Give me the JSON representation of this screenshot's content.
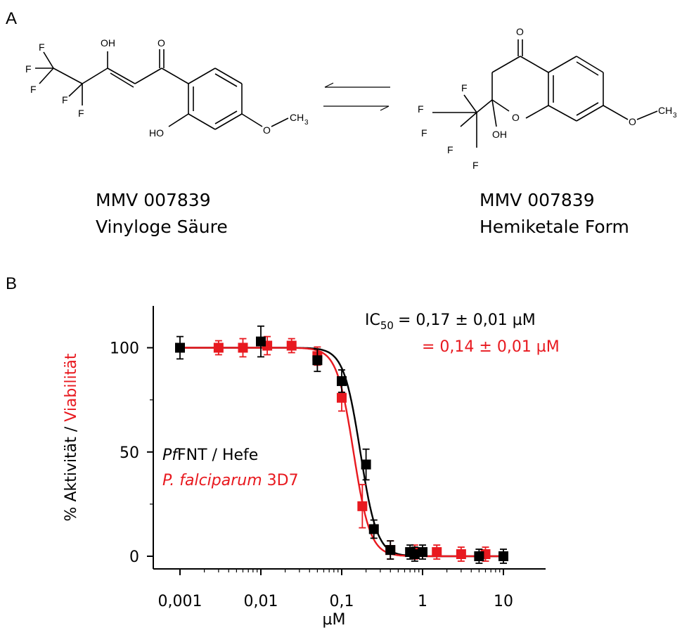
{
  "panel_a": {
    "label": "A",
    "left_compound": {
      "id": "MMV 007839",
      "name": "Vinyloge Säure"
    },
    "right_compound": {
      "id": "MMV 007839",
      "name": "Hemiketale Form"
    },
    "atoms": {
      "F": "F",
      "OH": "OH",
      "O": "O",
      "HO": "HO",
      "CH": "CH",
      "three": "3"
    }
  },
  "panel_b": {
    "label": "B"
  },
  "chart_data": {
    "type": "scatter",
    "xscale": "log",
    "xlim": [
      0.0006,
      20
    ],
    "ylim": [
      -5,
      120
    ],
    "xticks": [
      0.001,
      0.01,
      0.1,
      1,
      10
    ],
    "xtick_labels": [
      "0,001",
      "0,01",
      "0,1",
      "1",
      "10"
    ],
    "yticks": [
      0,
      50,
      100
    ],
    "ytick_labels": [
      "0",
      "50",
      "100"
    ],
    "xlabel": "µM",
    "ylabel_parts": [
      "% Aktivität",
      " / ",
      "Viabilität"
    ],
    "ic50": {
      "prefix": "IC",
      "subscript": "50",
      "black_value": "= 0,17 ± 0,01 µM",
      "red_value": "= 0,14 ± 0,01 µM"
    },
    "legend": {
      "black": {
        "italic": "Pf",
        "rest": "FNT / Hefe"
      },
      "red": {
        "italic": "P. falciparum",
        "rest": " 3D7"
      }
    },
    "colors": {
      "black": "#000000",
      "red": "#e8191f"
    },
    "series": [
      {
        "color": "black",
        "ic50": 0.17,
        "points": [
          {
            "x": 0.001,
            "y": 100,
            "err": 3
          },
          {
            "x": 0.01,
            "y": 103,
            "err": 5
          },
          {
            "x": 0.05,
            "y": 94,
            "err": 3
          },
          {
            "x": 0.1,
            "y": 84,
            "err": 3
          },
          {
            "x": 0.2,
            "y": 44,
            "err": 5
          },
          {
            "x": 0.25,
            "y": 13,
            "err": 2
          },
          {
            "x": 0.4,
            "y": 3,
            "err": 2
          },
          {
            "x": 0.7,
            "y": 2,
            "err": 1
          },
          {
            "x": 0.8,
            "y": 1,
            "err": 1
          },
          {
            "x": 1,
            "y": 2,
            "err": 1
          },
          {
            "x": 5,
            "y": 0,
            "err": 1
          },
          {
            "x": 10,
            "y": 0,
            "err": 1
          }
        ]
      },
      {
        "color": "red",
        "ic50": 0.14,
        "points": [
          {
            "x": 0.003,
            "y": 100,
            "err": 1
          },
          {
            "x": 0.006,
            "y": 100,
            "err": 2
          },
          {
            "x": 0.012,
            "y": 101,
            "err": 2
          },
          {
            "x": 0.024,
            "y": 101,
            "err": 1
          },
          {
            "x": 0.05,
            "y": 96,
            "err": 2
          },
          {
            "x": 0.1,
            "y": 76,
            "err": 4
          },
          {
            "x": 0.18,
            "y": 24,
            "err": 8
          },
          {
            "x": 0.4,
            "y": 3,
            "err": 2
          },
          {
            "x": 0.8,
            "y": 2,
            "err": 1
          },
          {
            "x": 1.5,
            "y": 2,
            "err": 1
          },
          {
            "x": 3,
            "y": 1,
            "err": 1
          },
          {
            "x": 6,
            "y": 1,
            "err": 1
          }
        ]
      }
    ]
  }
}
